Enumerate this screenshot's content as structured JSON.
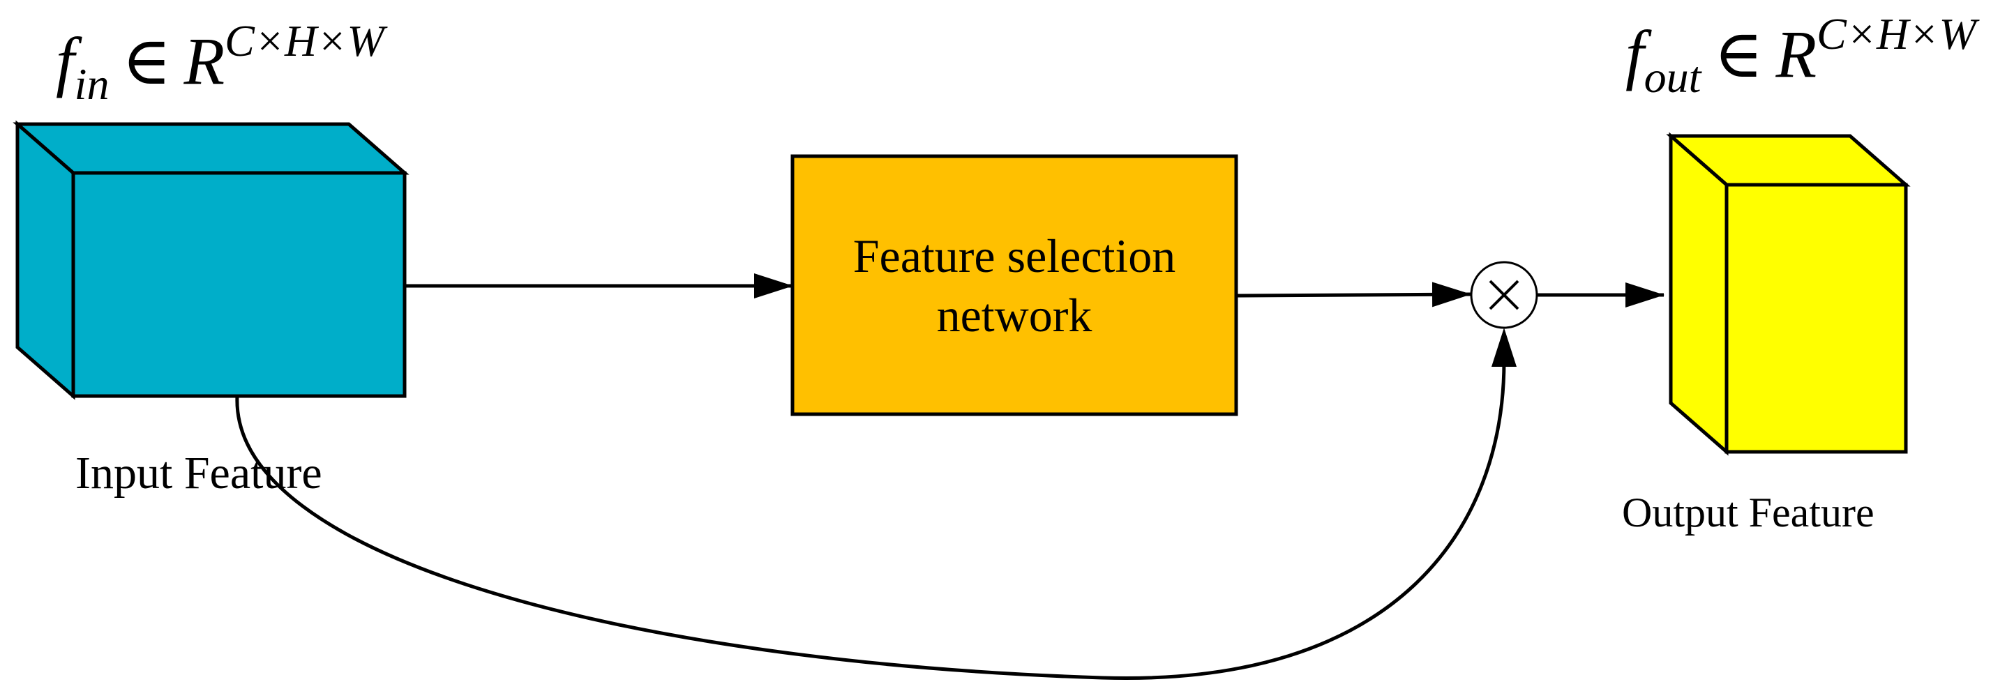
{
  "input_formula": {
    "base": "f",
    "subscript": "in",
    "relation": "∈",
    "space": "R",
    "superscript": "C×H×W"
  },
  "output_formula": {
    "base": "f",
    "subscript": "out",
    "relation": "∈",
    "space": "R",
    "superscript": "C×H×W"
  },
  "labels": {
    "input_feature": "Input Feature",
    "output_feature": "Output Feature",
    "network_line1": "Feature selection",
    "network_line2": "network",
    "multiply_symbol": "×"
  },
  "colors": {
    "input_cube": "#00aec9",
    "network_box": "#ffc000",
    "output_cube": "#ffff00",
    "stroke": "#000000"
  },
  "icons": {
    "multiply": "multiply-icon"
  }
}
